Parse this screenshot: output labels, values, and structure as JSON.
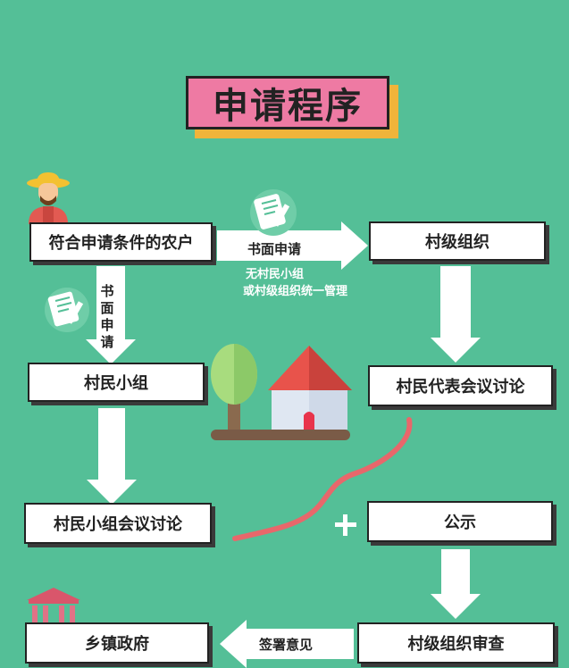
{
  "title": "申请程序",
  "nodes": {
    "farmer": "符合申请条件的农户",
    "village_org": "村级组织",
    "villager_group": "村民小组",
    "rep_meeting": "村民代表会议讨论",
    "group_meeting": "村民小组会议讨论",
    "publicity": "公示",
    "township": "乡镇政府",
    "village_review": "村级组织审查"
  },
  "arrows": {
    "written_app_h": "书面申请",
    "written_app_v": [
      "书",
      "面",
      "申",
      "请"
    ],
    "note_line1": "无村民小组",
    "note_line2": "或村级组织统一管理",
    "sign_opinion": "签署意见"
  },
  "colors": {
    "background": "#54bf97",
    "title_bg": "#ee7aa3",
    "title_shadow": "#f0b43a",
    "curve": "#e8676b"
  },
  "icons": [
    "farmer-icon",
    "document-pen-icon",
    "tree-icon",
    "house-icon",
    "government-building-icon",
    "plus-icon"
  ]
}
